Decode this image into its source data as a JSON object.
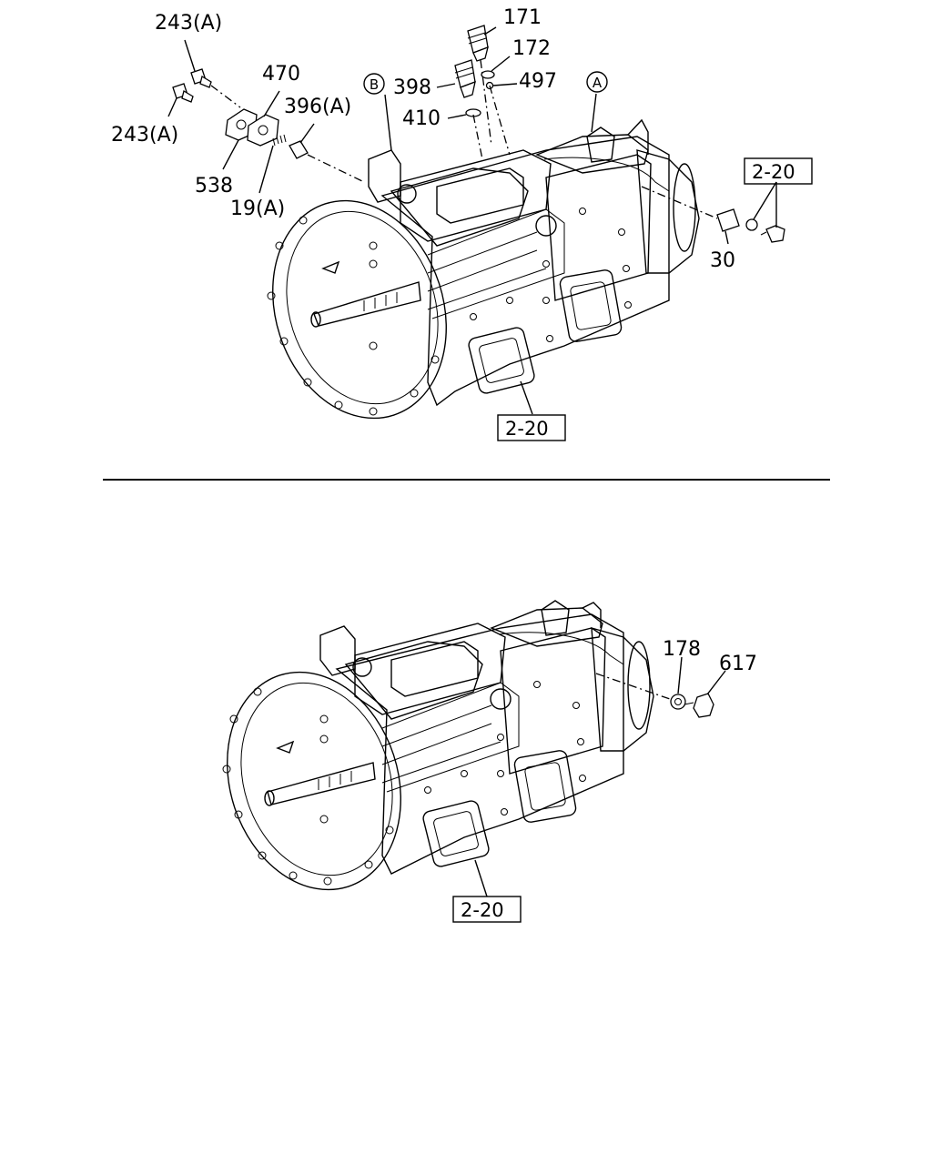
{
  "upper": {
    "callouts": {
      "p171": "171",
      "p172": "172",
      "p398": "398",
      "p497": "497",
      "p410": "410",
      "p243a_top": "243(A)",
      "p243a_left": "243(A)",
      "p470": "470",
      "p396a": "396(A)",
      "p538": "538",
      "p19a": "19(A)",
      "p30": "30"
    },
    "circle_markers": {
      "b": "B",
      "a": "A"
    },
    "ref_boxes": {
      "right": "2-20",
      "bottom": "2-20"
    }
  },
  "lower": {
    "callouts": {
      "p178": "178",
      "p617": "617"
    },
    "ref_boxes": {
      "bottom": "2-20"
    }
  }
}
